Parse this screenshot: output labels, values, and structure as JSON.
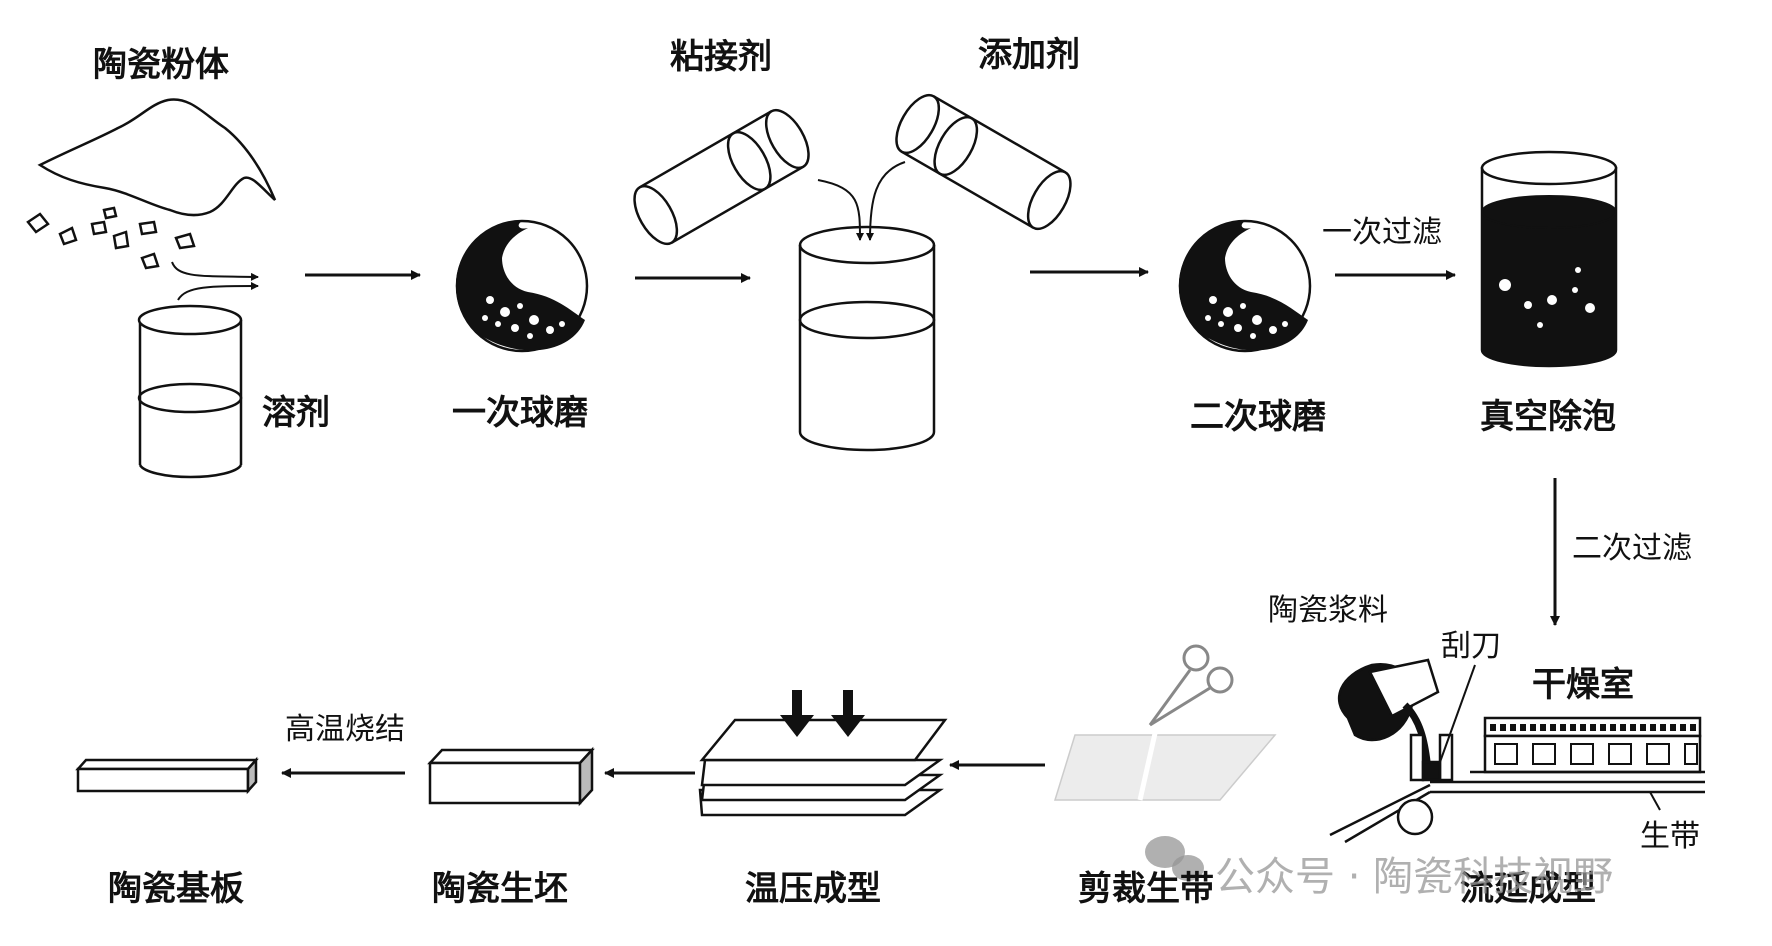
{
  "labels": {
    "ceramic_powder": "陶瓷粉体",
    "binder": "粘接剂",
    "additive": "添加剂",
    "solvent": "溶剂",
    "first_ball_mill": "一次球磨",
    "second_ball_mill": "二次球磨",
    "first_filter": "一次过滤",
    "vacuum_defoam": "真空除泡",
    "second_filter": "二次过滤",
    "ceramic_slurry": "陶瓷浆料",
    "doctor_blade": "刮刀",
    "drying_room": "干燥室",
    "green_tape": "生带",
    "tape_casting": "流延成型",
    "cut_green_tape": "剪裁生带",
    "warm_press": "温压成型",
    "ceramic_green_body": "陶瓷生坯",
    "sintering": "高温烧结",
    "ceramic_substrate": "陶瓷基板"
  },
  "watermark": {
    "text": "公众号 · 陶瓷科技视野"
  }
}
